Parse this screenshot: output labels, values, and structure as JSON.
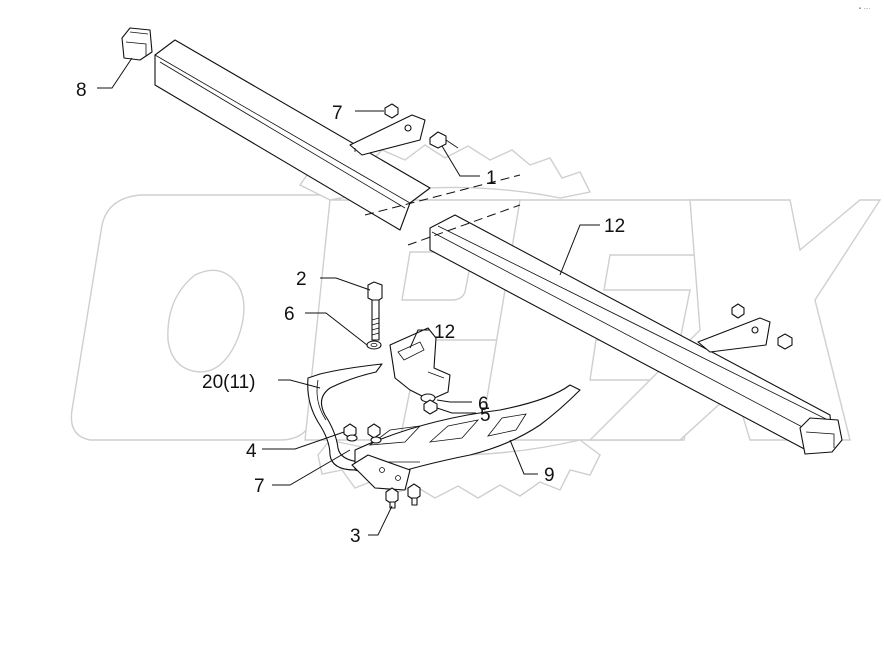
{
  "watermark": {
    "text": "OPEX",
    "color": "#cfcfcf"
  },
  "corner_mark": "⚬ ····",
  "callouts": {
    "c1": "1",
    "c2": "2",
    "c3": "3",
    "c4": "4",
    "c5": "5",
    "c6a": "6",
    "c6b": "6",
    "c7a": "7",
    "c7b": "7",
    "c8": "8",
    "c9": "9",
    "c12a": "12",
    "c12b": "12",
    "c20": "20(11)"
  }
}
